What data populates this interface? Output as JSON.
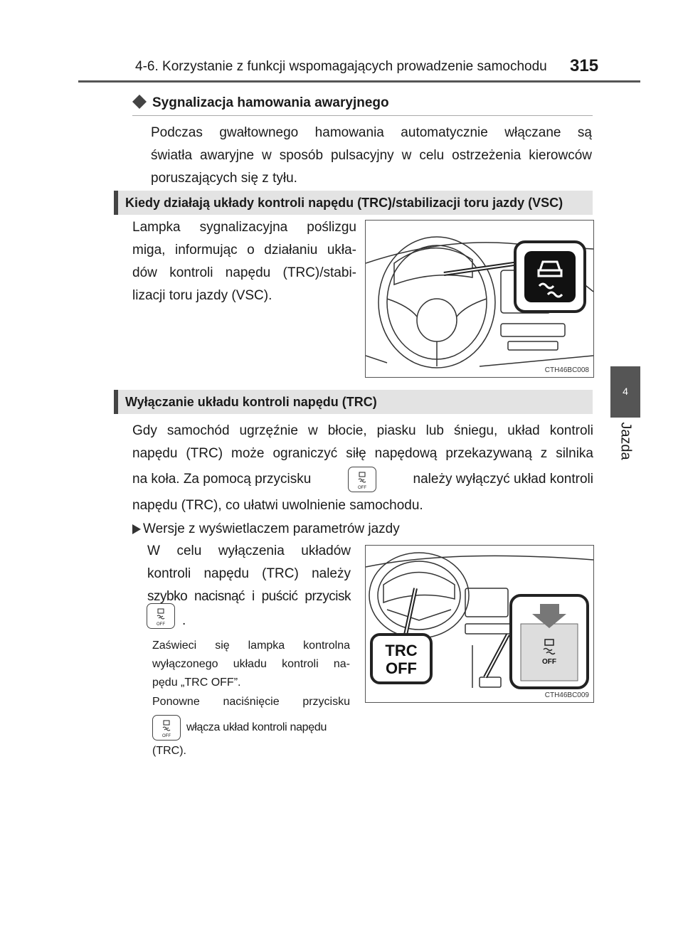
{
  "header": {
    "chapter_title": "4-6. Korzystanie z funkcji wspomagających prowadzenie samochodu",
    "page_number": "315"
  },
  "side_tab": {
    "number": "4",
    "label": "Jazda"
  },
  "section1": {
    "title": "Sygnalizacja hamowania awaryjnego",
    "body_lines": [
      "Podczas gwałtownego hamowania automatycznie włączane są",
      "światła awaryjne w sposób pulsacyjny w celu ostrzeżenia kierowców",
      "poruszających się z tyłu."
    ]
  },
  "section2": {
    "band_title": "Kiedy działają układy kontroli napędu (TRC)/stabilizacji toru jazdy (VSC)",
    "body_lines": [
      "Lampka sygnalizacyjna poślizgu",
      "miga, informując o działaniu ukła-",
      "dów kontroli napędu (TRC)/stabi-",
      "lizacji toru jazdy (VSC)."
    ],
    "figure_code": "CTH46BC008"
  },
  "section3": {
    "band_title": "Wyłączanie układu kontroli napędu (TRC)",
    "body_line1": "Gdy samochód ugrzęźnie w błocie, piasku lub śniegu, układ kontroli",
    "body_line2": "napędu (TRC) może ograniczyć siłę napędową przekazywaną z silnika",
    "body_line3_before": "na koła. Za pomocą przycisku",
    "body_line3_after": "należy wyłączyć układ kontroli",
    "body_line4": "napędu (TRC), co ułatwi uwolnienie samochodu.",
    "bullet": "Wersje z wyświetlaczem parametrów jazdy",
    "sub_lines": [
      "W celu wyłączenia układów",
      "kontroli napędu (TRC) należy",
      "szybko nacisnąć i puścić przycisk"
    ],
    "sub_period": ".",
    "note1_lines": [
      "Zaświeci się lampka kontrolna",
      "wyłączonego układu kontroli na-",
      "pędu „TRC OFF”."
    ],
    "note2_line1": "Ponowne naciśnięcie przycisku",
    "note2_line2": "włącza układ kontroli napędu",
    "note2_line3": "(TRC).",
    "figure_code": "CTH46BC009",
    "trc_label_line1": "TRC",
    "trc_label_line2": "OFF",
    "button_off_text": "OFF",
    "icons": [
      "slip-indicator-icon",
      "trc-off-button-icon",
      "press-arrow-icon"
    ]
  },
  "colors": {
    "band_bg": "#e3e3e3",
    "band_border": "#444444",
    "tab_bg": "#555555"
  }
}
